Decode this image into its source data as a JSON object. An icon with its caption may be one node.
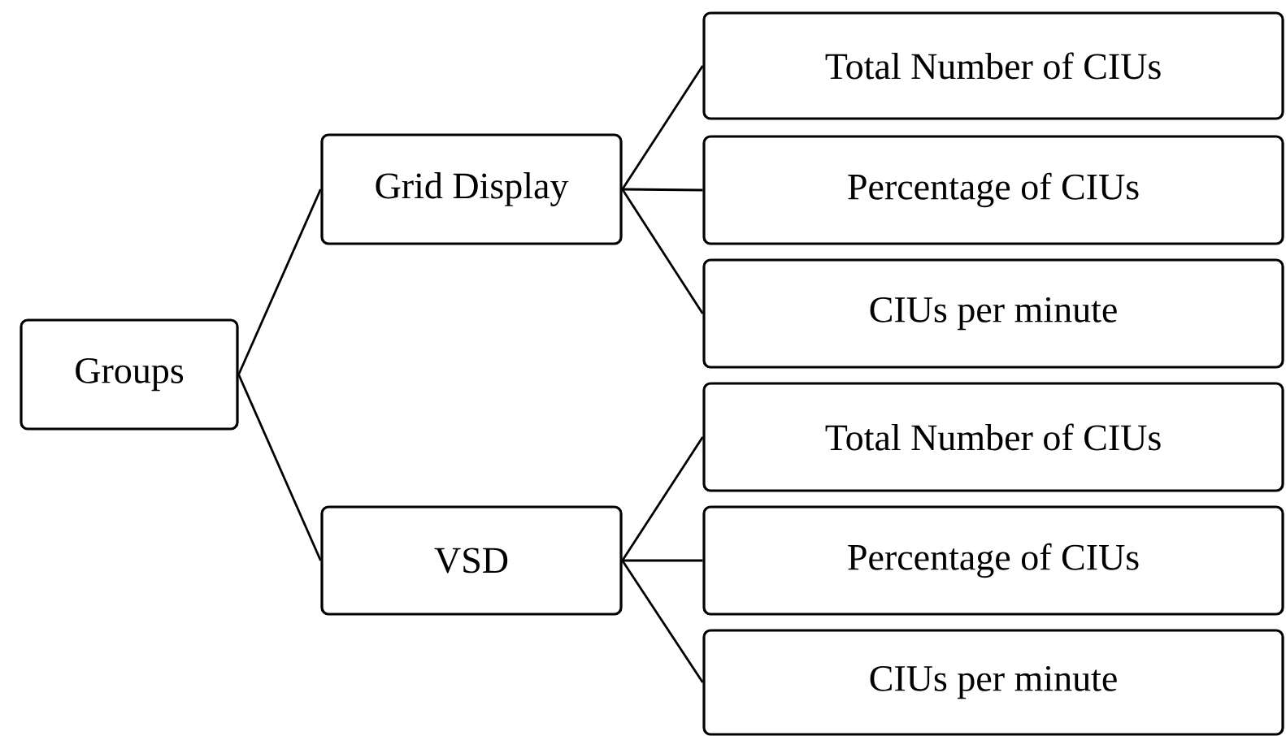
{
  "diagram": {
    "nodes": [
      {
        "text": [
          "Groups"
        ]
      },
      {
        "text": [
          "Grid Display"
        ]
      },
      {
        "text": [
          "Total Number of CIUs"
        ]
      },
      {
        "text": [
          "Percentage of CIUs"
        ]
      },
      {
        "text": [
          "CIUs per minute"
        ]
      },
      {
        "text": [
          "VSD"
        ]
      },
      {
        "text": [
          "Total Number of CIUs"
        ]
      },
      {
        "text": [
          "Percentage of CIUs"
        ]
      },
      {
        "text": [
          "CIUs per minute"
        ]
      }
    ],
    "edges": [
      {
        "from": 0,
        "to": 1,
        "arrow": "none"
      },
      {
        "from": 0,
        "to": 5,
        "arrow": "none"
      },
      {
        "from": 1,
        "to": 2,
        "arrow": "none"
      },
      {
        "from": 1,
        "to": 3,
        "arrow": "none"
      },
      {
        "from": 1,
        "to": 4,
        "arrow": "none"
      },
      {
        "from": 5,
        "to": 6,
        "arrow": "none"
      },
      {
        "from": 5,
        "to": 7,
        "arrow": "none"
      },
      {
        "from": 5,
        "to": 8,
        "arrow": "none"
      }
    ]
  }
}
